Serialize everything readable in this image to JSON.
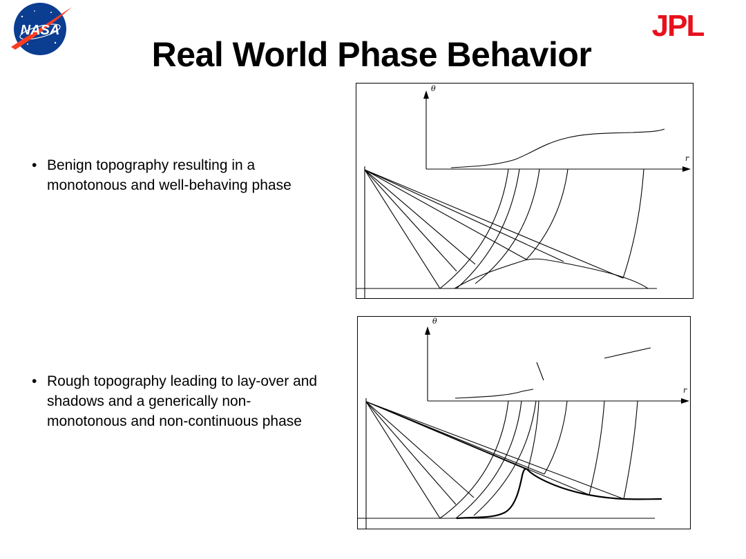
{
  "slide": {
    "title": "Real World Phase Behavior",
    "bullets": [
      {
        "symbol": "•",
        "text": "Benign topography resulting in a\nmonotonous and well-behaving phase"
      },
      {
        "symbol": "•",
        "text": "Rough topography leading to lay-over and\nshadows and a generically non-\nmonotonous and non-continuous phase"
      }
    ]
  },
  "logos": {
    "nasa": {
      "text": "NASA",
      "icon": "nasa-meatball-icon",
      "colors": {
        "blue": "#0b3d91",
        "red": "#fc3d21"
      }
    },
    "jpl": {
      "text": "JPL",
      "icon": "jpl-wordmark-icon",
      "color": "#e8101c"
    }
  },
  "figures": [
    {
      "y_axis_label": "θ",
      "x_axis_label": "r"
    },
    {
      "y_axis_label": "θ",
      "x_axis_label": "r"
    }
  ]
}
